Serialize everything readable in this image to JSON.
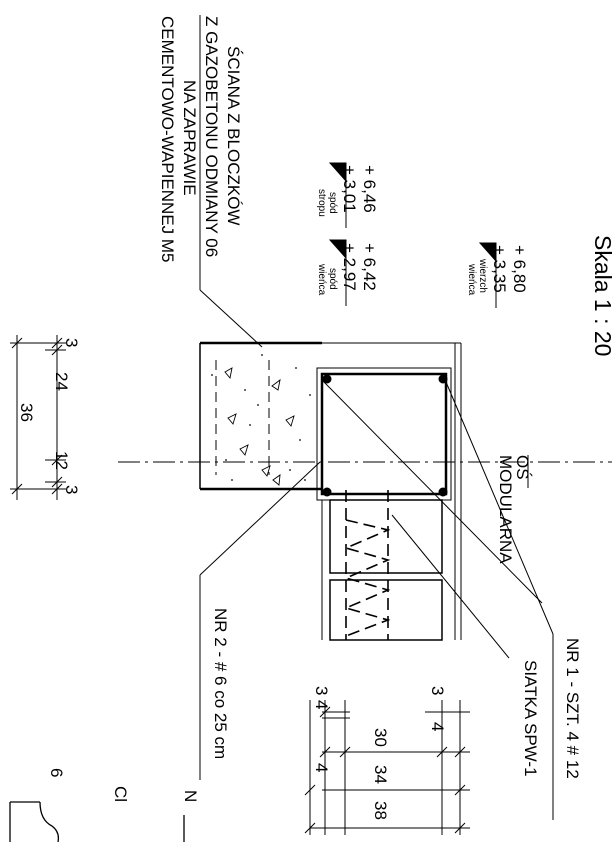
{
  "scale_label": "Skala 1 : 20",
  "wall_label": {
    "lines": [
      "ŚCIANA Z BLOCZKÓW",
      "Z GAZOBETONU ODMIANY 06",
      "NA ZAPRAWIE",
      "CEMENTOWO-WAPIENNEJ M5"
    ]
  },
  "levels": [
    {
      "value": "+ 6,46",
      "sub": "+ 3,01",
      "desc1": "spód",
      "desc2": "stropu"
    },
    {
      "value": "+ 6,42",
      "sub": "+ 2,97",
      "desc1": "spód",
      "desc2": "wieńca"
    },
    {
      "value": "+ 6,80",
      "sub": "+ 3,35",
      "desc1": "wierzch",
      "desc2": "wieńca"
    }
  ],
  "axis_label": {
    "line1": "OŚ",
    "line2": "MODULARNA"
  },
  "rebar_label_1": "NR 1 - SZT. 4 # 12",
  "mesh_label": "SIATKA SPW-1",
  "rebar_label_2": "NR 2 - # 6 co 25 cm",
  "wall_dims": {
    "top": "3",
    "d1": "24",
    "d2": "12",
    "bottom": "3",
    "total": "36"
  },
  "ring_beam_dims": {
    "rows": [
      {
        "left": "3",
        "mid": "",
        "right": "3"
      },
      {
        "left": "4",
        "mid": "30",
        "right": "4"
      },
      {
        "left": "4",
        "mid": "34",
        "right": ""
      },
      {
        "left": "",
        "mid": "38",
        "right": ""
      }
    ]
  },
  "partial_text": {
    "left": "N",
    "mid": "Cl",
    "number": "6"
  }
}
